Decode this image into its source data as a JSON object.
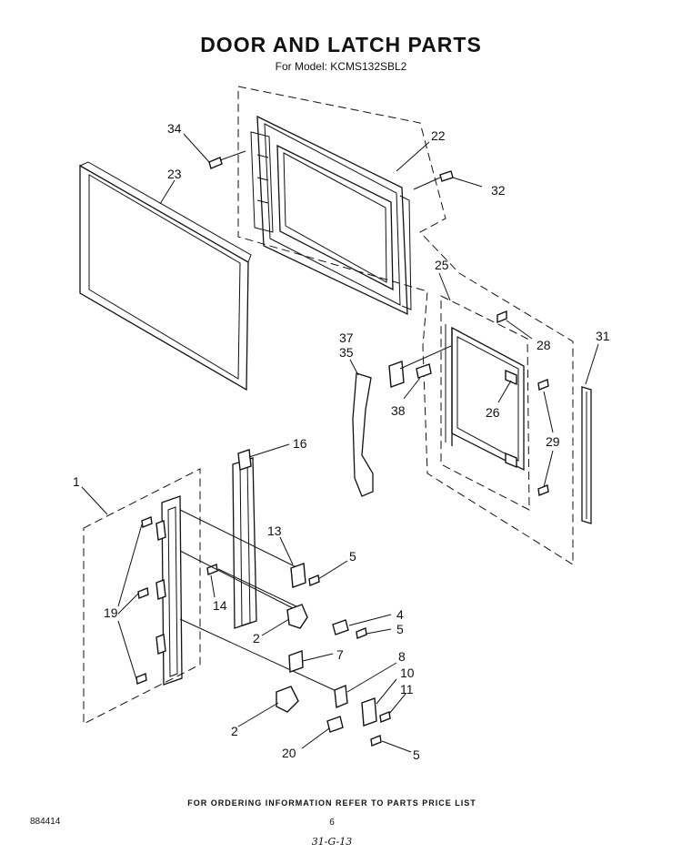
{
  "header": {
    "title": "DOOR AND LATCH PARTS",
    "model_line": "For Model: KCMS132SBL2"
  },
  "callouts": {
    "c34": "34",
    "c23": "23",
    "c22": "22",
    "c32": "32",
    "c25": "25",
    "c28": "28",
    "c31": "31",
    "c37": "37",
    "c35": "35",
    "c38": "38",
    "c26": "26",
    "c29": "29",
    "c16": "16",
    "c1": "1",
    "c13": "13",
    "c5a": "5",
    "c19": "19",
    "c14": "14",
    "c4": "4",
    "c5b": "5",
    "c2a": "2",
    "c7": "7",
    "c8": "8",
    "c10": "10",
    "c11": "11",
    "c2b": "2",
    "c20": "20",
    "c5c": "5"
  },
  "footer": {
    "ordering_note": "FOR ORDERING INFORMATION REFER TO PARTS PRICE LIST",
    "doc_number": "884414",
    "page_number": "6",
    "handwritten_note": "31-G-13"
  }
}
